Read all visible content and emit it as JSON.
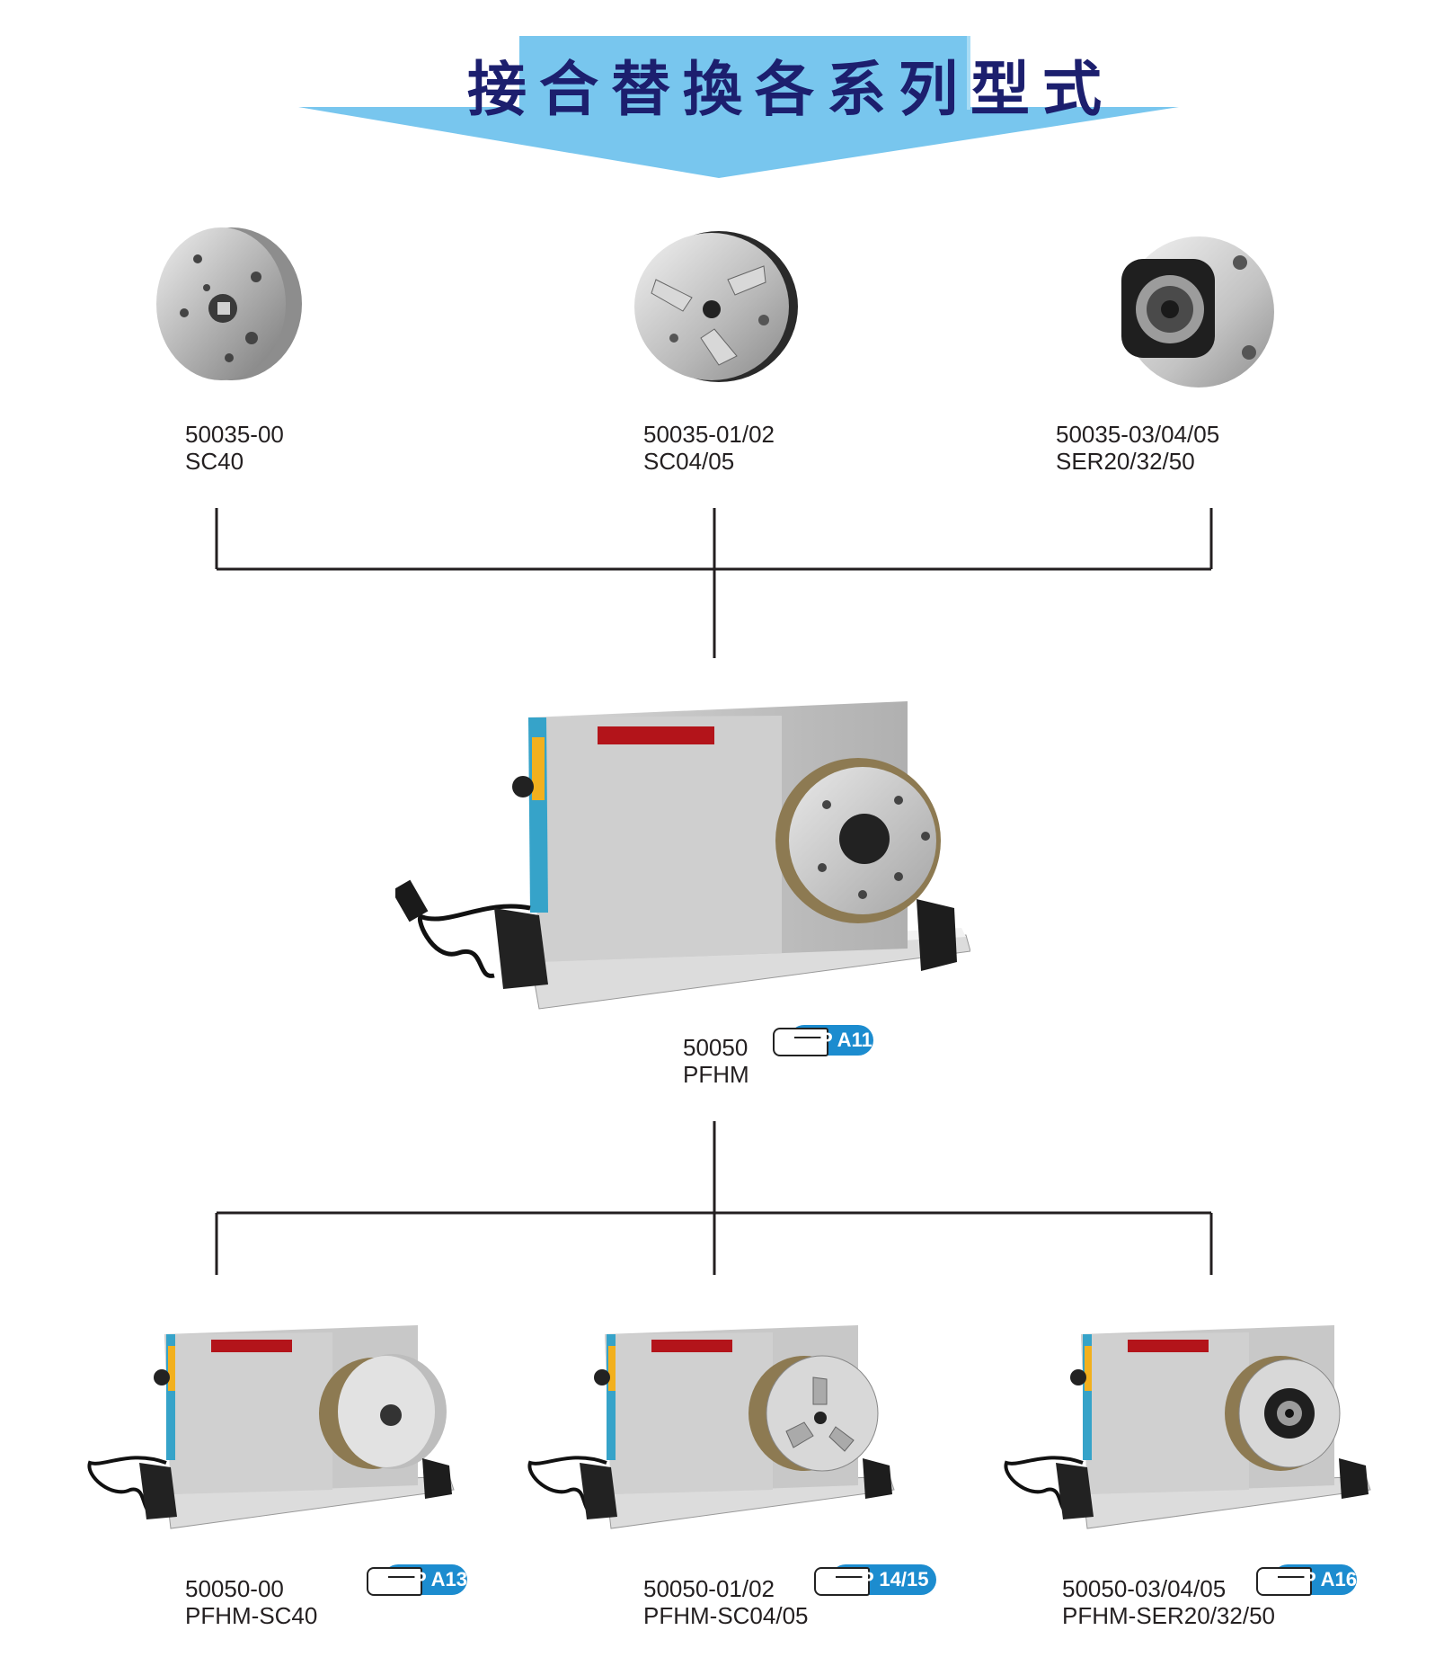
{
  "title": "接合替換各系列型式",
  "colors": {
    "banner": "#78c6ee",
    "banner_light": "#a8dcf5",
    "title": "#1c1f6e",
    "badge": "#1c8ccf",
    "line": "#231f20"
  },
  "top_items": [
    {
      "code": "50035-00",
      "name": "SC40",
      "image": "flat-flange-chuck-image"
    },
    {
      "code": "50035-01/02",
      "name": "SC04/05",
      "image": "three-jaw-chuck-image"
    },
    {
      "code": "50035-03/04/05",
      "name": "SER20/32/50",
      "image": "collet-chuck-image"
    }
  ],
  "center_item": {
    "code": "50050",
    "name": "PFHM",
    "page": "P A11",
    "image": "indexer-base-image"
  },
  "bottom_items": [
    {
      "code": "50050-00",
      "name": "PFHM-SC40",
      "page": "P A13",
      "image": "indexer-flat-chuck-image"
    },
    {
      "code": "50050-01/02",
      "name": "PFHM-SC04/05",
      "page": "P 14/15",
      "image": "indexer-jaw-chuck-image"
    },
    {
      "code": "50050-03/04/05",
      "name": "PFHM-SER20/32/50",
      "page": "P A16",
      "image": "indexer-collet-chuck-image"
    }
  ]
}
